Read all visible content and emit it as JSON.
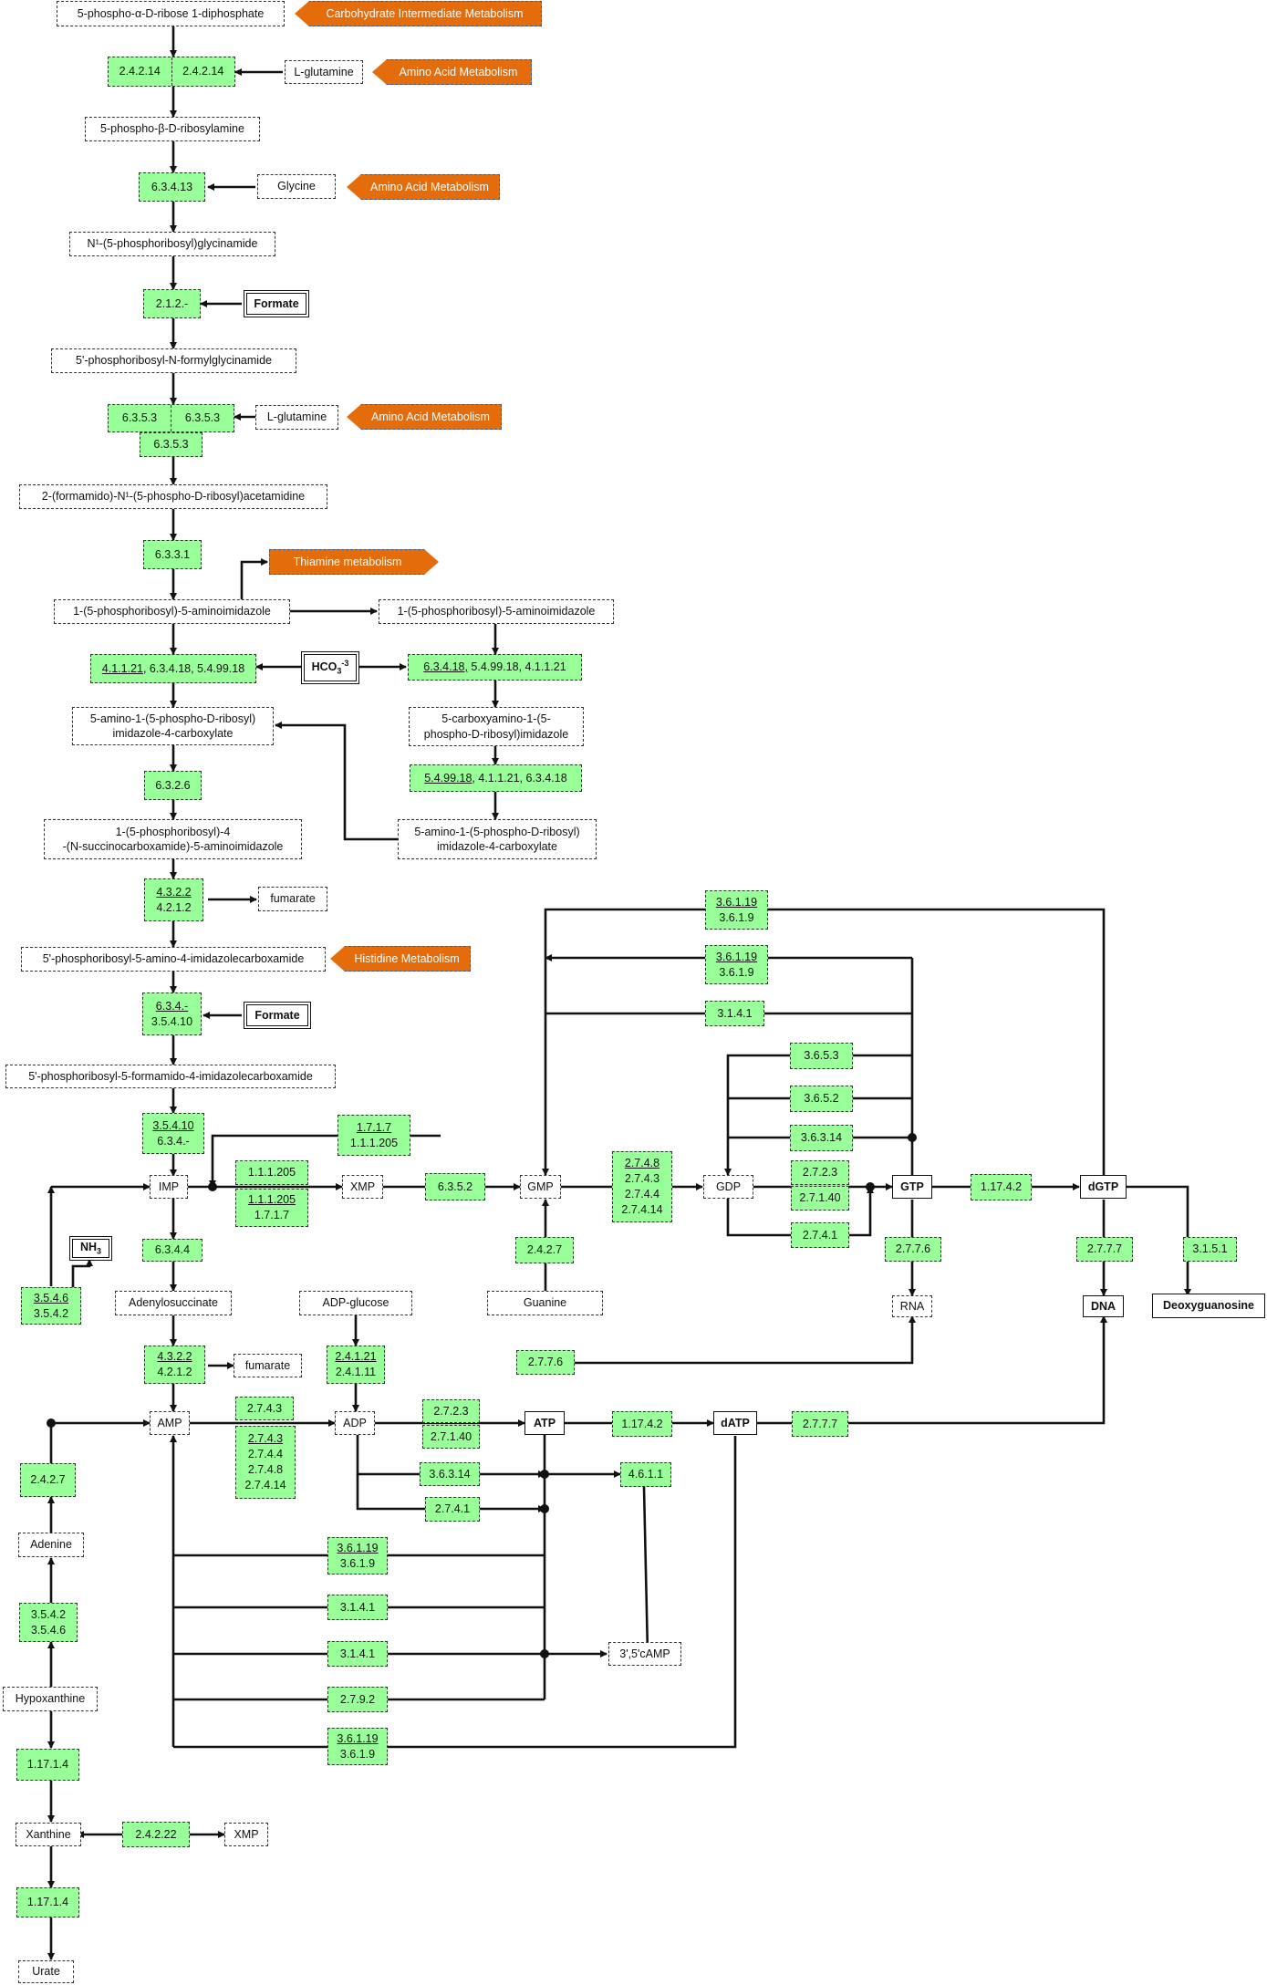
{
  "metabolites": {
    "prpp": "5-phospho-α-D-ribose 1-diphosphate",
    "l_glutamine_1": "L-glutamine",
    "prpa": "5-phospho-β-D-ribosylamine",
    "glycine": "Glycine",
    "gar": "N¹-(5-phosphoribosyl)glycinamide",
    "formate_1": "Formate",
    "fgar": "5'-phosphoribosyl-N-formylglycinamide",
    "l_glutamine_2": "L-glutamine",
    "fgam": "2-(formamido)-N¹-(5-phospho-D-ribosyl)acetamidine",
    "air_left": "1-(5-phosphoribosyl)-5-aminoimidazole",
    "air_right": "1-(5-phosphoribosyl)-5-aminoimidazole",
    "hco3": "HCO",
    "hco3_sub": "3",
    "hco3_sup": "-3",
    "cair_l1": "5-amino-1-(5-phospho-D-ribosyl)",
    "cair_l2": "imidazole-4-carboxylate",
    "ncair_l1": "5-carboxyamino-1-(5-",
    "ncair_l2": "phospho-D-ribosyl)imidazole",
    "cair2_l1": "5-amino-1-(5-phospho-D-ribosyl)",
    "cair2_l2": "imidazole-4-carboxylate",
    "saicar_l1": "1-(5-phosphoribosyl)-4",
    "saicar_l2": "-(N-succinocarboxamide)-5-aminoimidazole",
    "fumarate_1": "fumarate",
    "aicar": "5'-phosphoribosyl-5-amino-4-imidazolecarboxamide",
    "formate_2": "Formate",
    "faicar": "5'-phosphoribosyl-5-formamido-4-imidazolecarboxamide",
    "nh3": "NH",
    "nh3_sub": "3",
    "imp": "IMP",
    "xmp": "XMP",
    "gmp": "GMP",
    "gdp": "GDP",
    "gtp": "GTP",
    "dgtp": "dGTP",
    "guanine": "Guanine",
    "rna": "RNA",
    "dna": "DNA",
    "deoxyguanosine": "Deoxyguanosine",
    "adenylosuccinate": "Adenylosuccinate",
    "adp_glucose": "ADP-glucose",
    "fumarate_2": "fumarate",
    "amp": "AMP",
    "adp": "ADP",
    "atp": "ATP",
    "datp": "dATP",
    "camp": "3',5'cAMP",
    "adenine": "Adenine",
    "hypoxanthine": "Hypoxanthine",
    "xanthine": "Xanthine",
    "xmp_2": "XMP",
    "urate": "Urate"
  },
  "maps": {
    "carb": "Carbohydrate Intermediate Metabolism",
    "aa1": "Amino Acid  Metabolism",
    "aa2": "Amino Acid  Metabolism",
    "aa3": "Amino Acid  Metabolism",
    "thiamine": "Thiamine metabolism",
    "histidine": "Histidine Metabolism"
  },
  "enzymes": {
    "e2_4_2_14_a": "2.4.2.14",
    "e2_4_2_14_b": "2.4.2.14",
    "e6_3_4_13": "6.3.4.13",
    "e2_1_2": "2.1.2.-",
    "e6_3_5_3_a": "6.3.5.3",
    "e6_3_5_3_b": "6.3.5.3",
    "e6_3_5_3_c": "6.3.5.3",
    "e6_3_3_1": "6.3.3.1",
    "left_carb_u": "4.1.1.21,",
    "left_carb_rest": " 6.3.4.18, 5.4.99.18",
    "right_carb_u": "6.3.4.18,",
    "right_carb_rest": " 5.4.99.18, 4.1.1.21",
    "mut_u": "5.4.99.18,",
    "mut_rest": " 4.1.1.21, 6.3.4.18",
    "e6_3_2_6": "6.3.2.6",
    "e4_3_2_2_a_u": "4.3.2.2",
    "e4_1_2_a": "4.2.1.2",
    "e6_3_4_u": "6.3.4.-",
    "e3_5_4_10_a": "3.5.4.10",
    "e3_5_4_10_u": "3.5.4.10",
    "e6_3_4_b": "6.3.4.-",
    "e1_7_1_7_u": "1.7.1.7",
    "e1_1_1_205_a": "1.1.1.205",
    "e1_1_1_205_b": "1.1.1.205",
    "e1_1_1_205_u": "1.1.1.205",
    "e1_7_1_7_b": "1.7.1.7",
    "e6_3_5_2": "6.3.5.2",
    "e3_6_1_19_a_u": "3.6.1.19",
    "e3_6_1_9_a": "3.6.1.9",
    "e3_6_1_19_b_u": "3.6.1.19",
    "e3_6_1_9_b": "3.6.1.9",
    "e3_1_4_1_a": "3.1.4.1",
    "e3_6_5_3": "3.6.5.3",
    "e3_6_5_2": "3.6.5.2",
    "e3_6_3_14_a": "3.6.3.14",
    "gk_u": "2.7.4.8",
    "gk_2": "2.7.4.3",
    "gk_3": "2.7.4.4",
    "gk_4": "2.7.4.14",
    "e2_7_2_3_a": "2.7.2.3",
    "e2_7_1_40_a": "2.7.1.40",
    "e2_7_4_1_a": "2.7.4.1",
    "e1_17_4_2_a": "1.17.4.2",
    "e2_4_2_7_a": "2.4.2.7",
    "e2_7_7_6_a": "2.7.7.6",
    "e2_7_7_7_a": "2.7.7.7",
    "e3_1_5_1": "3.1.5.1",
    "e6_3_4_4": "6.3.4.4",
    "e3_5_4_6_u": "3.5.4.6",
    "e3_5_4_2_a": "3.5.4.2",
    "e4_3_2_2_b_u": "4.3.2.2",
    "e4_2_1_2_b": "4.2.1.2",
    "e2_4_1_21_u": "2.4.1.21",
    "e2_4_1_11": "2.4.1.11",
    "e2_7_7_6_b": "2.7.7.6",
    "e2_7_4_3_a": "2.7.4.3",
    "ak_u": "2.7.4.3",
    "ak_2": "2.7.4.4",
    "ak_3": "2.7.4.8",
    "ak_4": "2.7.4.14",
    "e2_7_2_3_b": "2.7.2.3",
    "e2_7_1_40_b": "2.7.1.40",
    "e3_6_3_14_b": "3.6.3.14",
    "e2_7_4_1_b": "2.7.4.1",
    "e1_17_4_2_b": "1.17.4.2",
    "e2_7_7_7_b": "2.7.7.7",
    "e4_6_1_1": "4.6.1.1",
    "e2_4_2_7_b": "2.4.2.7",
    "e3_6_1_19_c_u": "3.6.1.19",
    "e3_6_1_9_c": "3.6.1.9",
    "e3_1_4_1_b": "3.1.4.1",
    "e3_1_4_1_c": "3.1.4.1",
    "e2_7_9_2": "2.7.9.2",
    "e3_6_1_19_d_u": "3.6.1.19",
    "e3_6_1_9_d": "3.6.1.9",
    "e3_5_4_2_c": "3.5.4.2",
    "e3_5_4_6_c": "3.5.4.6",
    "e1_17_1_4_a": "1.17.1.4",
    "e2_4_2_22": "2.4.2.22",
    "e1_17_1_4_b": "1.17.1.4"
  },
  "colors": {
    "enzyme_fill": "#99ff99",
    "map_fill": "#e46c0a",
    "map_border": "#2a5fa8",
    "line": "#111111"
  }
}
